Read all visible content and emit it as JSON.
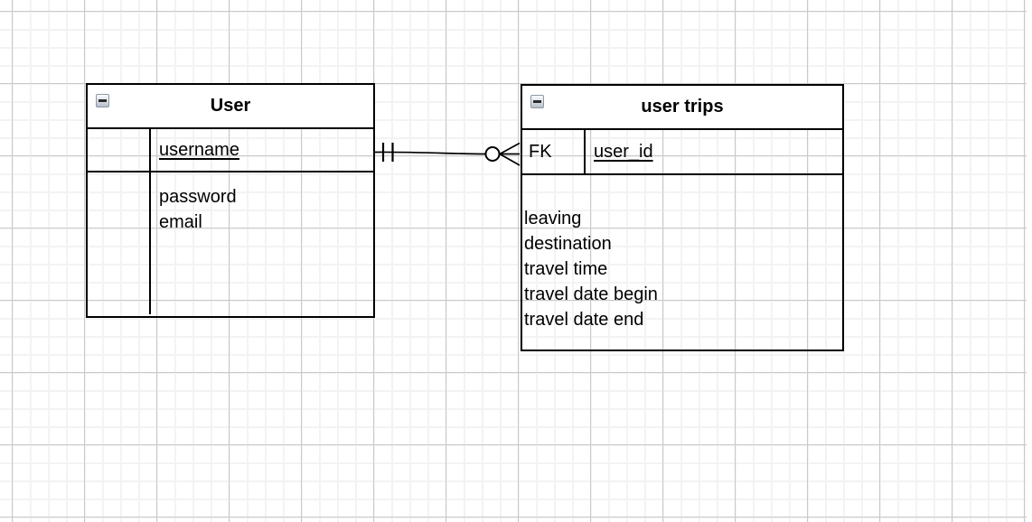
{
  "canvas": {
    "background": "#ffffff",
    "grid_minor_color": "#f3f3f3",
    "grid_major_color": "#c9c9c9"
  },
  "entities": [
    {
      "title": "User",
      "collapse_icon": "minus",
      "key_label": "",
      "key_field": "username",
      "fields": [
        "password",
        "email"
      ]
    },
    {
      "title": "user trips",
      "collapse_icon": "minus",
      "key_label": "FK",
      "key_field": "user_id",
      "fields": [
        "leaving",
        "destination",
        "travel time",
        "travel date begin",
        "travel date end"
      ]
    }
  ],
  "relationship": {
    "source_entity": "User",
    "target_entity": "user trips",
    "source_notation": "one-and-only-one",
    "target_notation": "zero-or-many",
    "line_color": "#000000"
  }
}
